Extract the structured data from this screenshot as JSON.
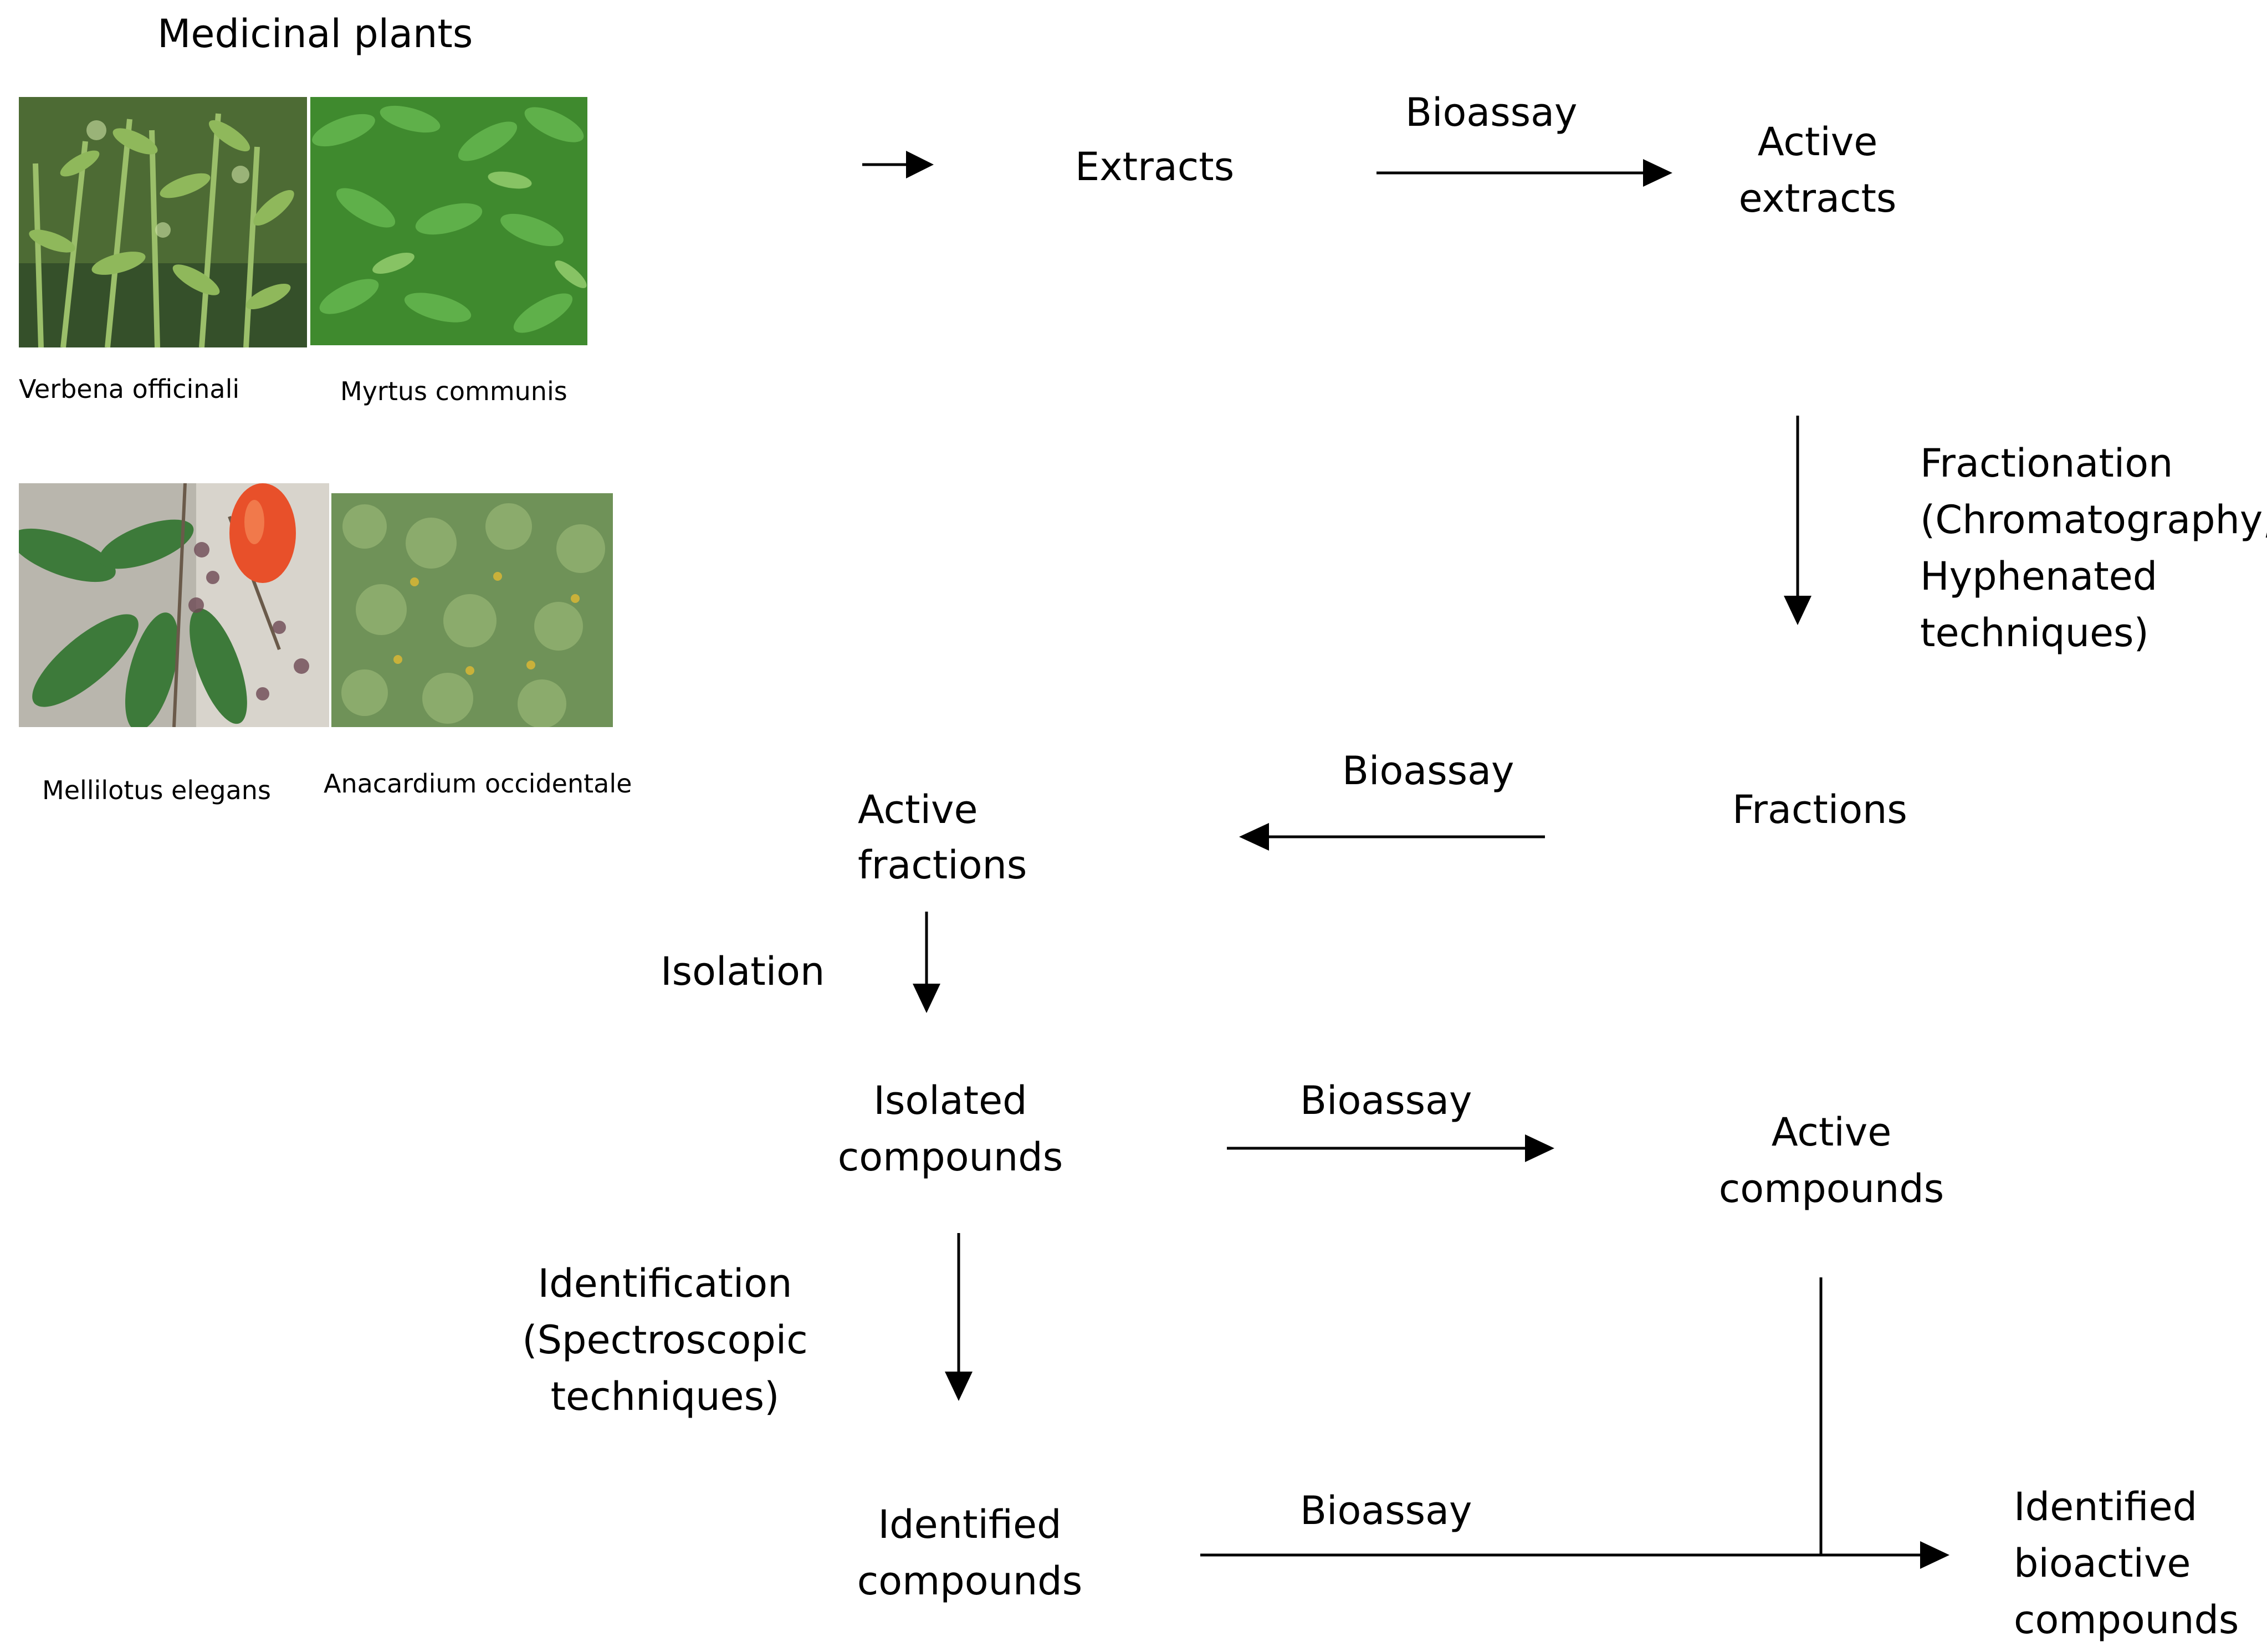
{
  "plants": {
    "title": "Medicinal plants",
    "captions": {
      "verbena": "Verbena officinali",
      "myrtus": "Myrtus communis",
      "mellilotus": "Mellilotus elegans",
      "anacardium": "Anacardium occidentale"
    }
  },
  "nodes": {
    "extracts": "Extracts",
    "active_extracts_1": "Active",
    "active_extracts_2": "extracts",
    "fractions": "Fractions",
    "active_fractions_1": "Active",
    "active_fractions_2": "fractions",
    "isolated_compounds_1": "Isolated",
    "isolated_compounds_2": "compounds",
    "active_compounds_1": "Active",
    "active_compounds_2": "compounds",
    "identified_compounds_1": "Identified",
    "identified_compounds_2": "compounds",
    "identified_bioactive_1": "Identified",
    "identified_bioactive_2": "bioactive",
    "identified_bioactive_3": "compounds"
  },
  "edges": {
    "bioassay_1": "Bioassay",
    "fractionation_1": "Fractionation",
    "fractionation_2": "(Chromatography,",
    "fractionation_3": "Hyphenated",
    "fractionation_4": "techniques)",
    "bioassay_2": "Bioassay",
    "isolation": "Isolation",
    "bioassay_3": "Bioassay",
    "identification_1": "Identification",
    "identification_2": "(Spectroscopic",
    "identification_3": "techniques)",
    "bioassay_4": "Bioassay"
  },
  "colors": {
    "line": "#000000",
    "text": "#000000",
    "leaf_dark": "#3f6b2a",
    "leaf_light": "#7fa55a",
    "fruit": "#e8502a"
  }
}
